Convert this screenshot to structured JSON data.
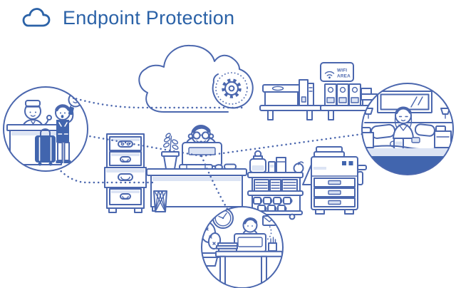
{
  "header": {
    "title": "Endpoint Protection"
  },
  "illustration": {
    "wifi_sign": {
      "line1": "WIFI",
      "line2": "AREA"
    },
    "elements": [
      "cloud",
      "settings-gear",
      "reception-desk-scene",
      "filing-cabinet",
      "office-desk-computer-scene",
      "supply-cart",
      "office-printer",
      "storage-shelf-box",
      "storage-shelf-binders",
      "wifi-area-sign",
      "hotel-room-laptop-scene",
      "home-office-scene",
      "dotted-network-links"
    ]
  },
  "colors": {
    "line": "#4b67ae",
    "fill_light": "#dce4f4",
    "fill_solid": "#4165ae",
    "title": "#2b62a7",
    "background": "#ffffff"
  }
}
